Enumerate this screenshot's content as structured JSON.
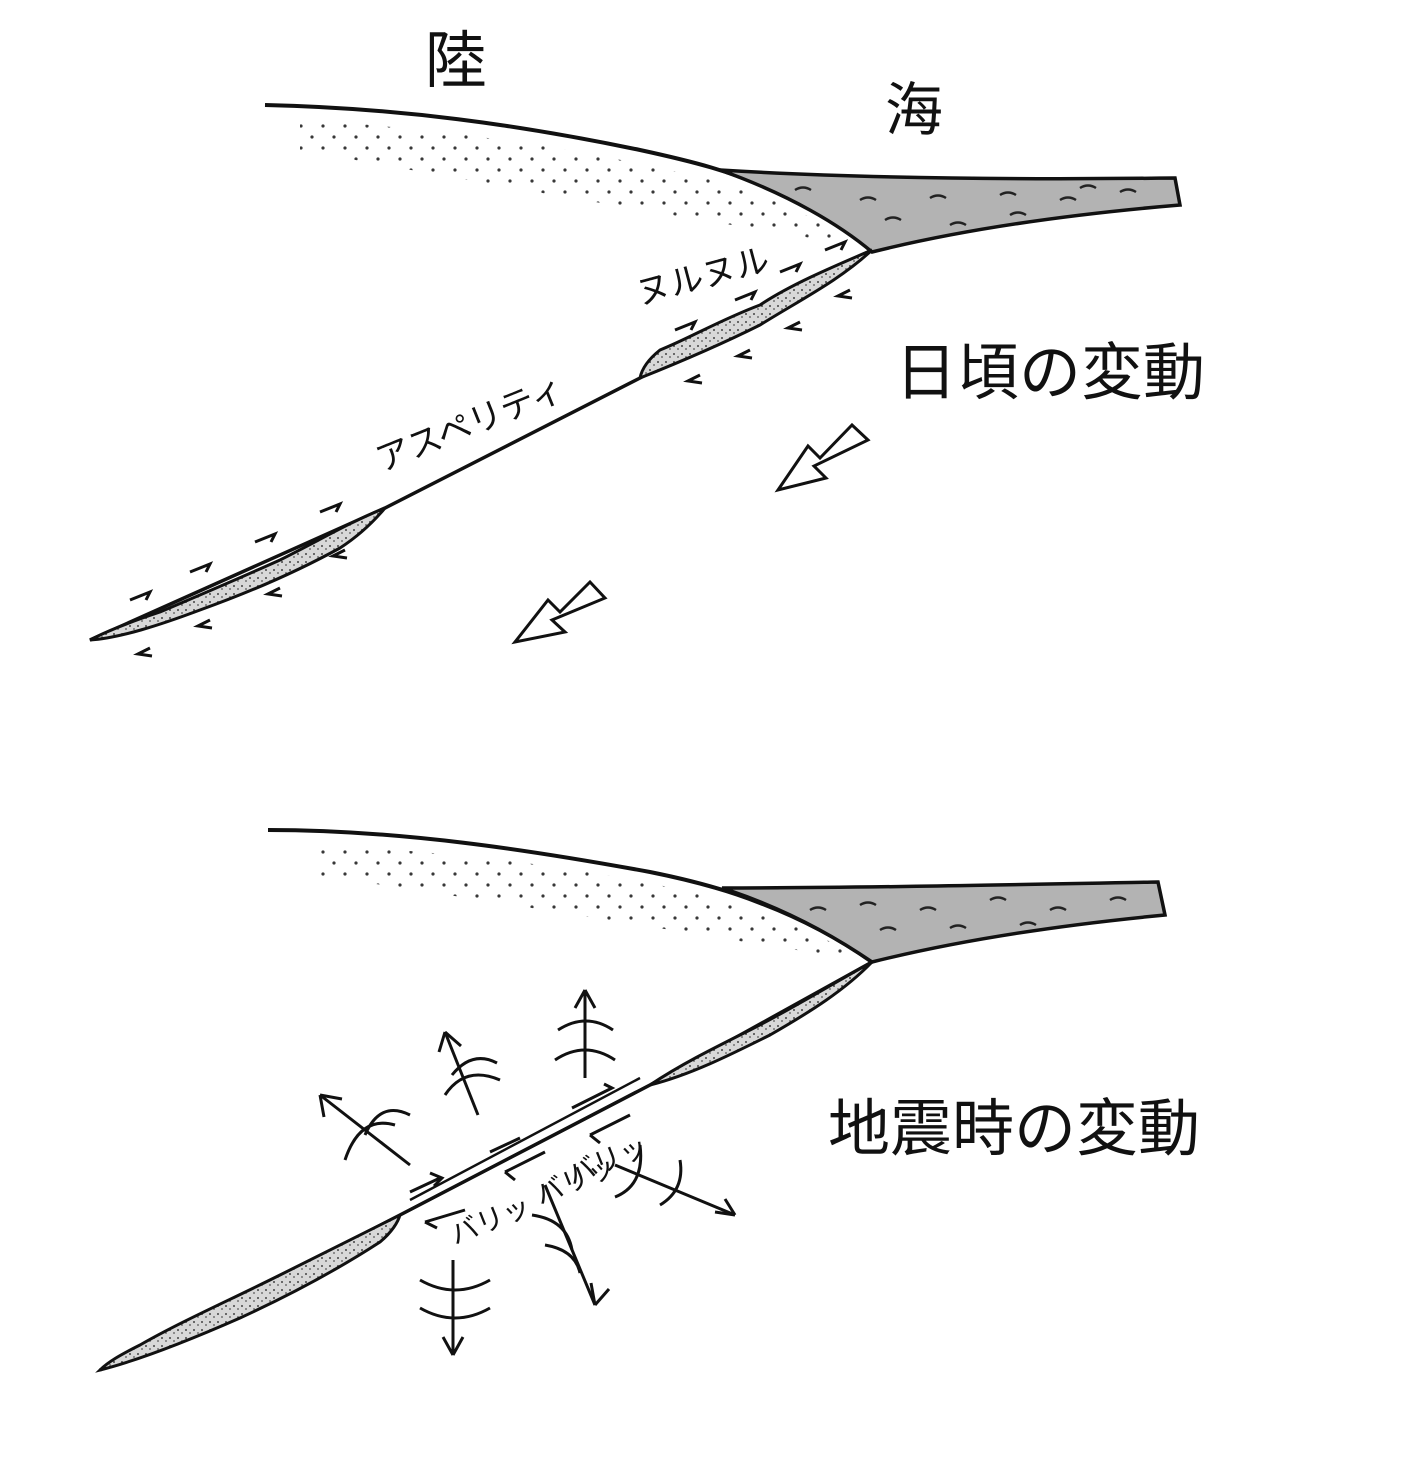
{
  "top_diagram": {
    "land_label": "陸",
    "sea_label": "海",
    "creep_label": "ヌルヌル",
    "asperity_label": "アスペリティ",
    "caption": "日頃の変動"
  },
  "bottom_diagram": {
    "caption": "地震時の変動",
    "slip_sound_1": "バリッ",
    "slip_sound_2": "バリッ",
    "slip_sound_3": "バリッ"
  },
  "colors": {
    "sea_fill": "#b3b3b3",
    "ink": "#111111",
    "background": "#ffffff"
  }
}
